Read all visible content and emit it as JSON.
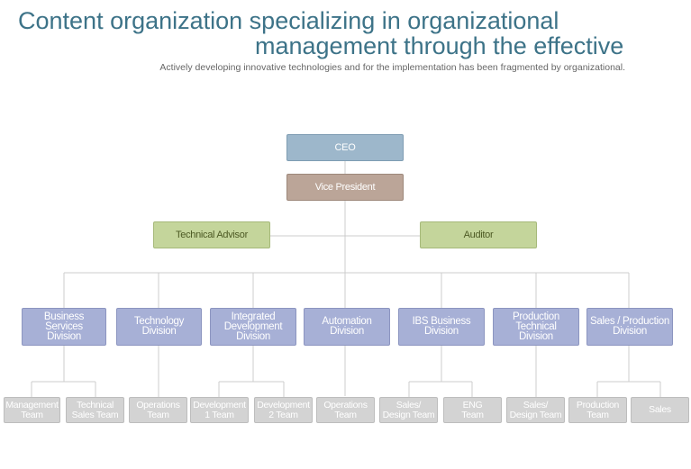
{
  "header": {
    "title_line1": "Content organization specializing in organizational",
    "title_line2": "management through the effective",
    "subtitle": "Actively developing innovative technologies and for the implementation has been fragmented by organizational."
  },
  "org": {
    "ceo": "CEO",
    "vice_president": "Vice President",
    "technical_advisor": "Technical Advisor",
    "auditor": "Auditor",
    "divisions": [
      {
        "line1": "Business Services",
        "line2": "Division",
        "line3": ""
      },
      {
        "line1": "Technology",
        "line2": "Division",
        "line3": ""
      },
      {
        "line1": "Integrated",
        "line2": "Development",
        "line3": "Division"
      },
      {
        "line1": "Automation",
        "line2": "Division",
        "line3": ""
      },
      {
        "line1": "IBS Business",
        "line2": "Division",
        "line3": ""
      },
      {
        "line1": "Production",
        "line2": "Technical",
        "line3": "Division"
      },
      {
        "line1": "Sales / Production",
        "line2": "Division",
        "line3": ""
      }
    ],
    "teams": [
      {
        "line1": "Management",
        "line2": "Team"
      },
      {
        "line1": "Technical",
        "line2": "Sales Team"
      },
      {
        "line1": "Operations",
        "line2": "Team"
      },
      {
        "line1": "Development",
        "line2": "1 Team"
      },
      {
        "line1": "Development",
        "line2": "2 Team"
      },
      {
        "line1": "Operations",
        "line2": "Team"
      },
      {
        "line1": "Sales/",
        "line2": "Design Team"
      },
      {
        "line1": "ENG",
        "line2": "Team"
      },
      {
        "line1": "Sales/",
        "line2": "Design Team"
      },
      {
        "line1": "Production",
        "line2": "Team"
      },
      {
        "line1": "Sales",
        "line2": ""
      }
    ]
  }
}
